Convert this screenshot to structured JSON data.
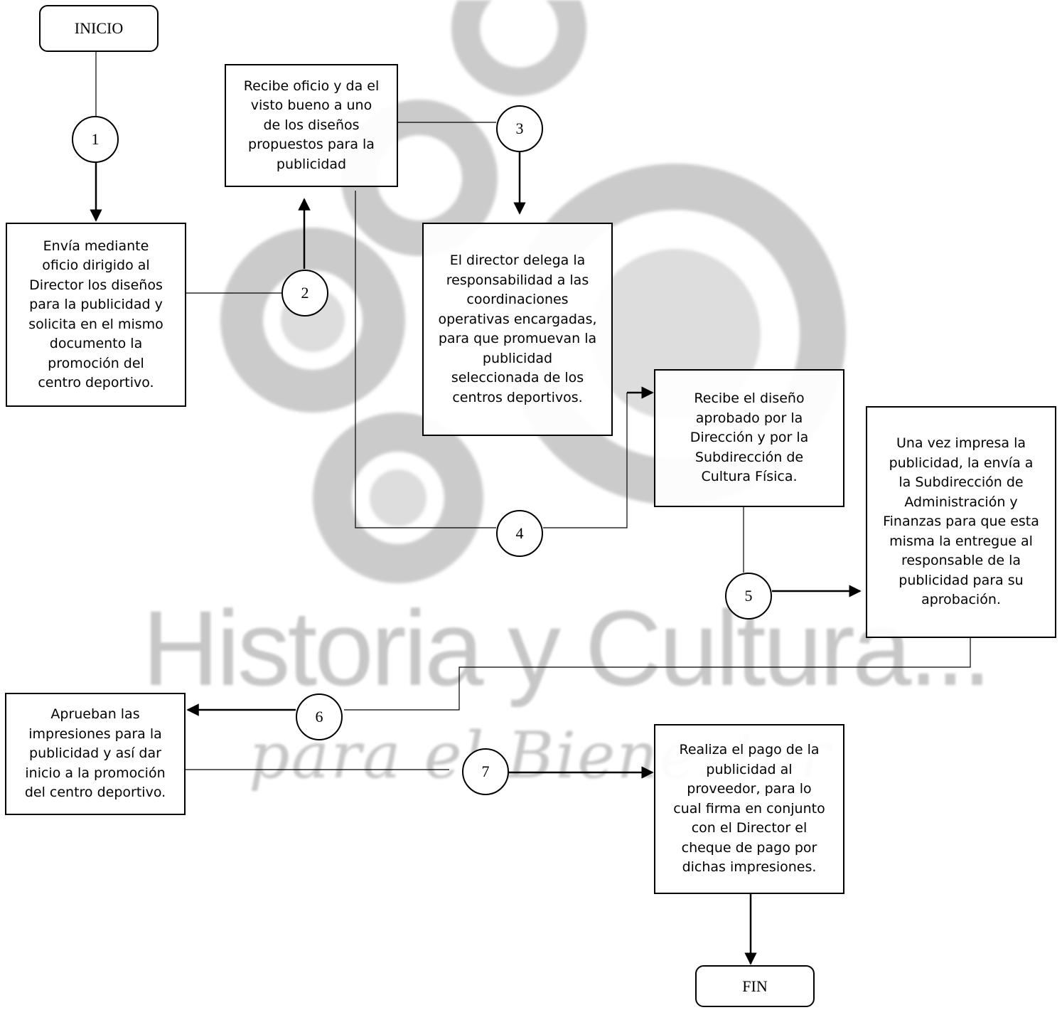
{
  "watermark": {
    "main_text": "Historia y Cultura...",
    "script_text": "para el Bienestar",
    "color": "#9a9a9a"
  },
  "terminals": {
    "start": "INICIO",
    "end": "FIN"
  },
  "steps": [
    "1",
    "2",
    "3",
    "4",
    "5",
    "6",
    "7"
  ],
  "boxes": {
    "envia": "Envía mediante\noficio dirigido al\nDirector los diseños\npara la publicidad y\nsolicita en el mismo\ndocumento la\npromoción del\ncentro deportivo.",
    "recibe_oficio": "Recibe oficio y da el\nvisto bueno a uno\nde los diseños\npropuestos para la\npublicidad",
    "director_delega": "El director delega la\nresponsabilidad a las\ncoordinaciones\noperativas encargadas,\npara que promuevan la\npublicidad\nseleccionada de los\ncentros deportivos.",
    "recibe_diseno": "Recibe el diseño\naprobado por la\nDirección y por la\nSubdirección de\nCultura Física.",
    "una_vez_impresa": "Una vez impresa la\npublicidad, la envía a\nla Subdirección de\nAdministración y\nFinanzas para que esta\nmisma la entregue al\nresponsable de la\npublicidad para su\naprobación.",
    "aprueban": "Aprueban las\nimpresiones para la\npublicidad y así dar\ninicio a la promoción\ndel centro deportivo.",
    "realiza_pago": "Realiza el pago de la\npublicidad al\nproveedor, para lo\ncual firma en conjunto\ncon el Director el\ncheque de pago por\ndichas impresiones."
  }
}
